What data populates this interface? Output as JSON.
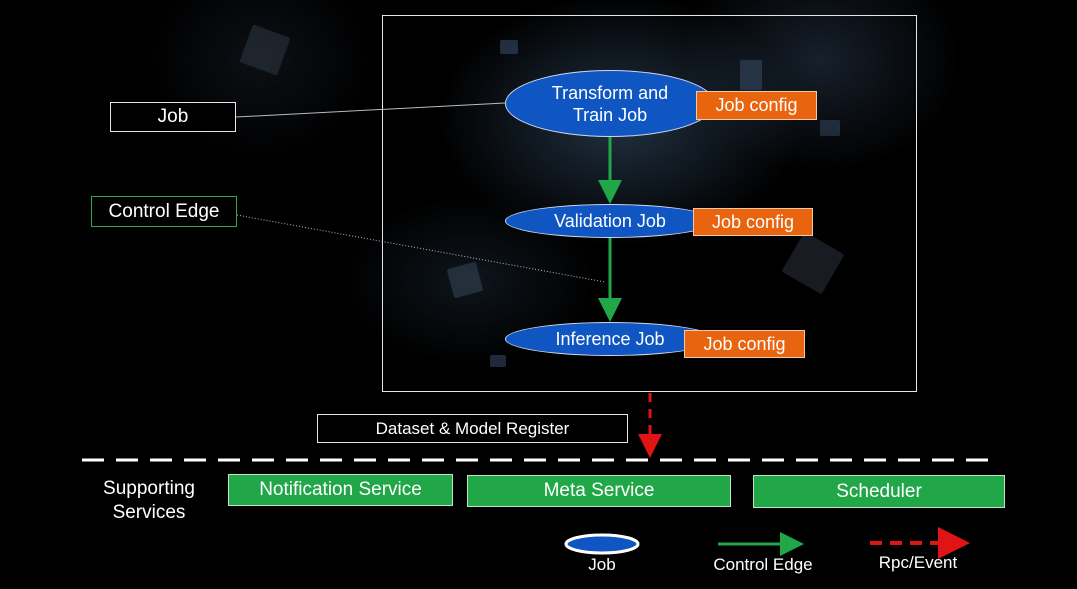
{
  "workflow": {
    "jobs": [
      {
        "name": "Transform and Train Job",
        "config_label": "Job config"
      },
      {
        "name": "Validation Job",
        "config_label": "Job config"
      },
      {
        "name": "Inference Job",
        "config_label": "Job config"
      }
    ]
  },
  "callouts": {
    "job": "Job",
    "control_edge": "Control Edge"
  },
  "register_label": "Dataset & Model Register",
  "supporting": {
    "title": "Supporting Services",
    "services": [
      "Notification Service",
      "Meta Service",
      "Scheduler"
    ]
  },
  "legend": {
    "job": "Job",
    "control_edge": "Control Edge",
    "rpc_event": "Rpc/Event"
  },
  "colors": {
    "job_fill": "#0f56c2",
    "config_fill": "#e8640e",
    "control_edge": "#22a748",
    "rpc_event": "#e01414",
    "service_fill": "#22a748"
  }
}
